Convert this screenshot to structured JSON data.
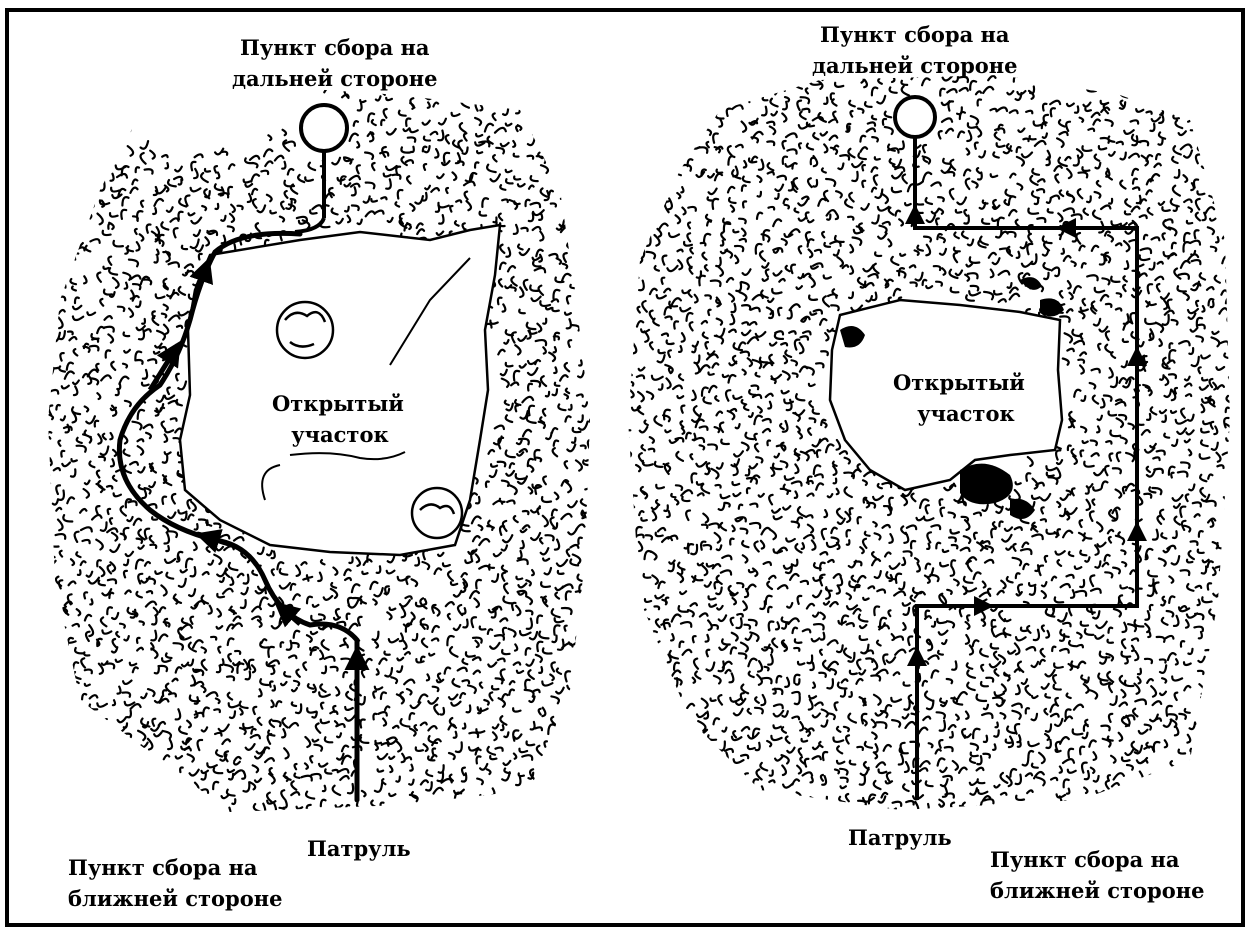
{
  "colors": {
    "ink": "#000000",
    "paper": "#ffffff"
  },
  "left_panel": {
    "far_rally_point": [
      "Пункт сбора на",
      "дальней стороне"
    ],
    "open_area": [
      "Открытый",
      "участок"
    ],
    "patrol": "Патруль",
    "near_rally_point": [
      "Пункт сбора на",
      "ближней стороне"
    ]
  },
  "right_panel": {
    "far_rally_point": [
      "Пункт сбора на",
      "дальней стороне"
    ],
    "open_area": [
      "Открытый",
      "участок"
    ],
    "patrol": "Патруль",
    "near_rally_point": [
      "Пункт сбора на",
      "ближней стороне"
    ]
  }
}
